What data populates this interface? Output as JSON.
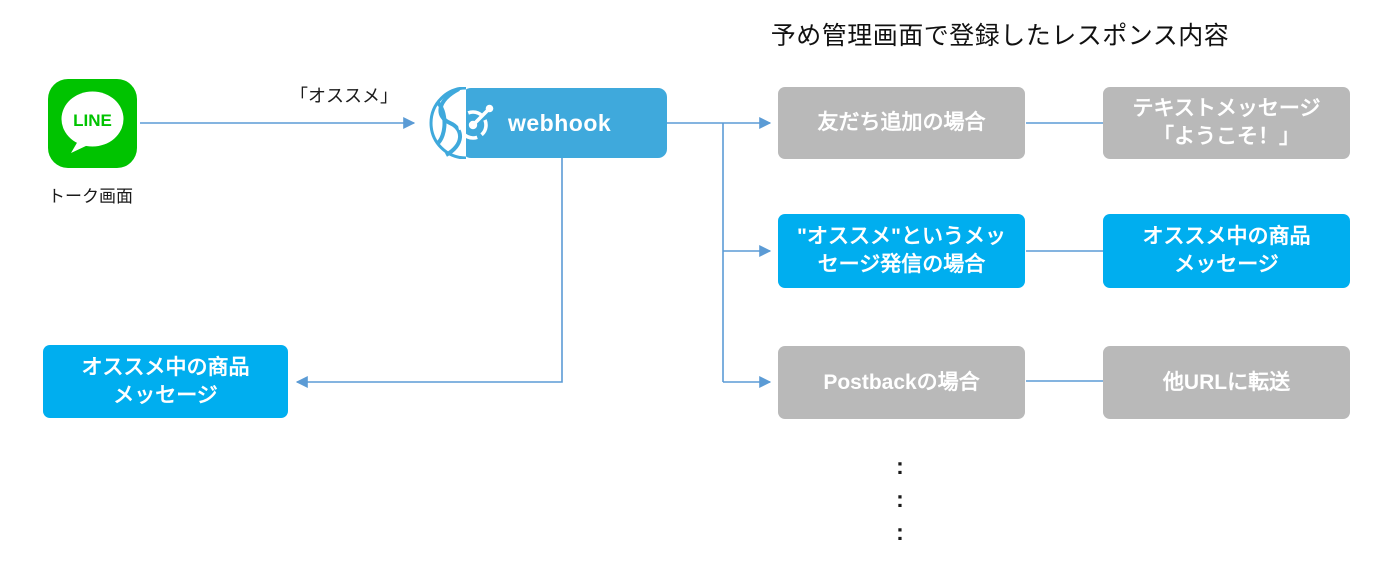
{
  "colors": {
    "accent-blue": "#00AEEF",
    "webhook-blue": "#3FA9DC",
    "box-gray": "#B9B9B9",
    "line-green": "#00C300",
    "connector-blue": "#5B9BD5"
  },
  "title": "予め管理画面で登録したレスポンス内容",
  "source": {
    "logo_text": "LINE",
    "caption": "トーク画面"
  },
  "trigger_label": "「オススメ」",
  "webhook": {
    "label": "webhook"
  },
  "reply_to_user": "オススメ中の商品\nメッセージ",
  "branches": [
    {
      "case": "友だち追加の場合",
      "response": "テキストメッセージ\n「ようこそ！」",
      "highlighted": false
    },
    {
      "case": "\"オススメ\"というメッ\nセージ発信の場合",
      "response": "オススメ中の商品\nメッセージ",
      "highlighted": true
    },
    {
      "case": "Postbackの場合",
      "response": "他URLに転送",
      "highlighted": false
    }
  ],
  "ellipsis_glyph": ":"
}
